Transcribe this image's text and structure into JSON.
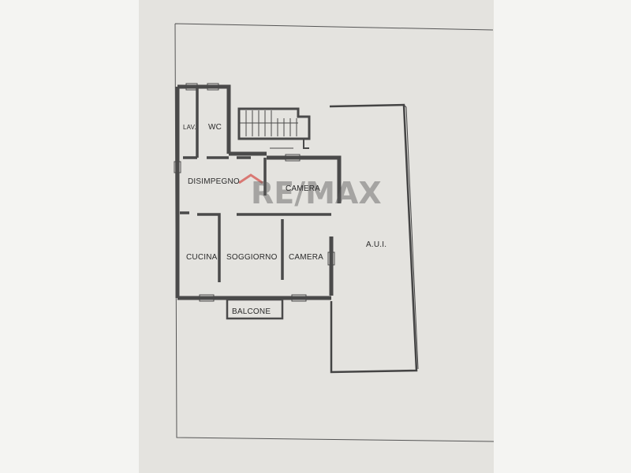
{
  "rooms": {
    "lav": "LAV.",
    "wc": "WC",
    "disimpegno": "DISIMPEGNO",
    "camera_top": "CAMERA",
    "aui": "A.U.I.",
    "cucina": "CUCINA",
    "soggiorno": "SOGGIORNO",
    "camera_bottom": "CAMERA",
    "balcone": "BALCONE"
  },
  "watermark": {
    "text": "RE/MAX",
    "brand_color": "#d0201a"
  },
  "colors": {
    "paper": "#e4e3df",
    "side": "#f4f4f2",
    "wall": "#4a4a4a"
  }
}
